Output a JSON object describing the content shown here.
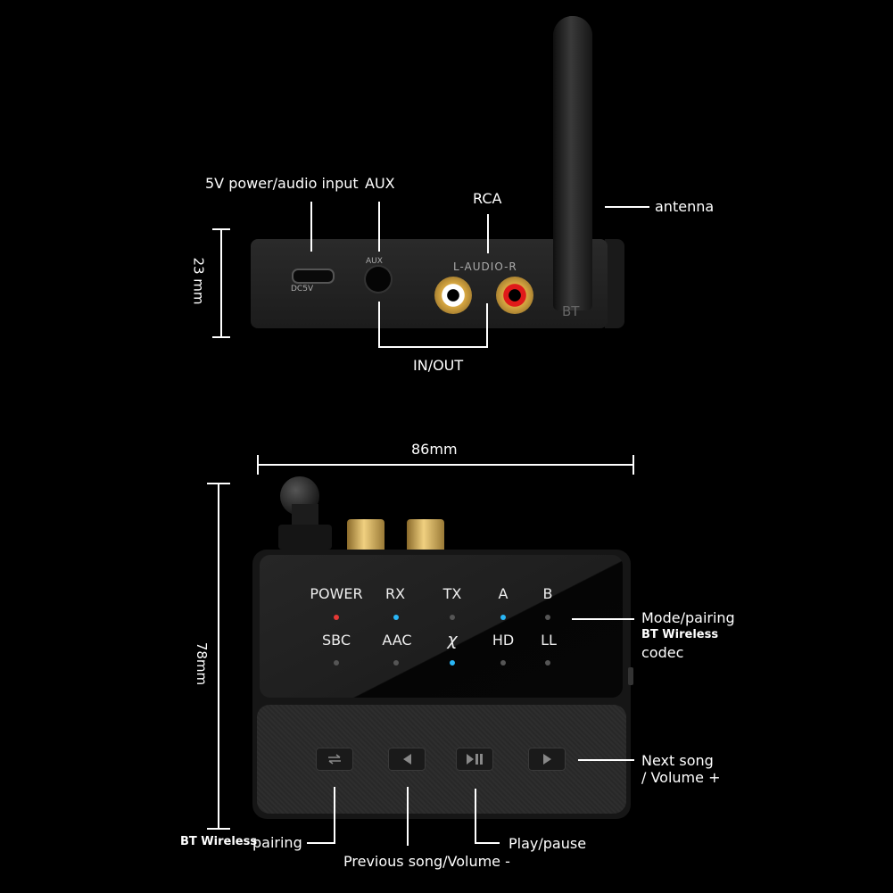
{
  "top_view": {
    "callouts": {
      "power": "5V power/audio input",
      "aux": "AUX",
      "rca": "RCA",
      "antenna": "antenna",
      "in_out": "IN/OUT"
    },
    "dimension_height": "23 mm",
    "device_text": {
      "usb": "DC5V",
      "aux": "AUX",
      "audio": "L-AUDIO-R",
      "bt": "BT"
    }
  },
  "front_view": {
    "dimension_width": "86mm",
    "dimension_height": "78mm",
    "indicators_row1": [
      "POWER",
      "RX",
      "TX",
      "A",
      "B"
    ],
    "indicators_row2": [
      "SBC",
      "AAC",
      "χ",
      "HD",
      "LL"
    ],
    "led_colors": {
      "red": "#e53935",
      "blue": "#29b6f6",
      "off": "#555555"
    },
    "callouts": {
      "mode_line1": "Mode/pairing",
      "mode_line2": "BT Wireless",
      "mode_line3": "codec",
      "next_line1": "Next song",
      "next_line2": "/ Volume +",
      "pairing_prefix": "BT Wireless",
      "pairing": "pairing",
      "play": "Play/pause",
      "prev": "Previous song/Volume -"
    },
    "buttons": [
      "swap-icon",
      "previous-icon",
      "play-pause-icon",
      "next-icon"
    ]
  }
}
